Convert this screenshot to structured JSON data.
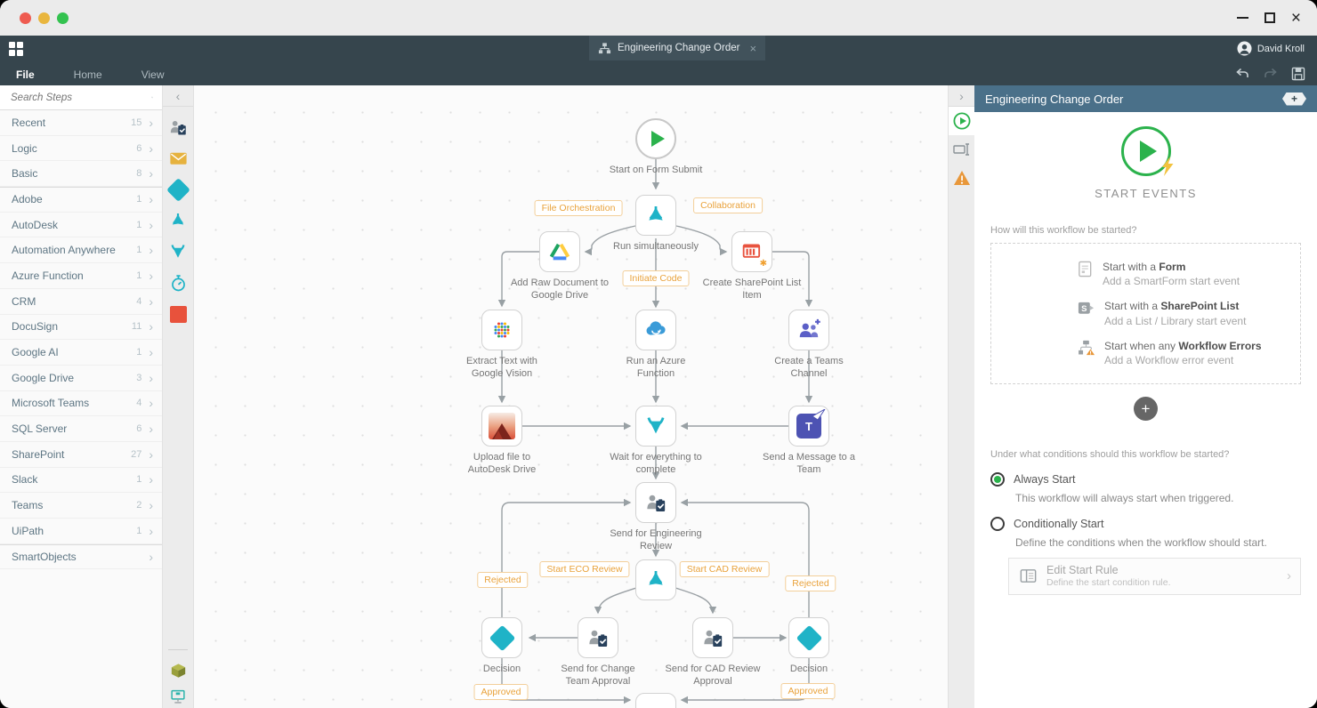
{
  "window": {
    "user": "David Kroll"
  },
  "menus": {
    "file": "File",
    "home": "Home",
    "view": "View"
  },
  "header": {
    "tab": "Engineering Change Order"
  },
  "sidebar": {
    "search_placeholder": "Search Steps",
    "items": [
      {
        "label": "Recent",
        "count": "15"
      },
      {
        "label": "Logic",
        "count": "6"
      },
      {
        "label": "Basic",
        "count": "8"
      },
      {
        "label": "Adobe",
        "count": "1"
      },
      {
        "label": "AutoDesk",
        "count": "1"
      },
      {
        "label": "Automation Anywhere",
        "count": "1"
      },
      {
        "label": "Azure Function",
        "count": "1"
      },
      {
        "label": "CRM",
        "count": "4"
      },
      {
        "label": "DocuSign",
        "count": "11"
      },
      {
        "label": "Google AI",
        "count": "1"
      },
      {
        "label": "Google Drive",
        "count": "3"
      },
      {
        "label": "Microsoft Teams",
        "count": "4"
      },
      {
        "label": "SQL Server",
        "count": "6"
      },
      {
        "label": "SharePoint",
        "count": "27"
      },
      {
        "label": "Slack",
        "count": "1"
      },
      {
        "label": "Teams",
        "count": "2"
      },
      {
        "label": "UiPath",
        "count": "1"
      },
      {
        "label": "SmartObjects",
        "count": ""
      }
    ]
  },
  "workflow": {
    "nodes": {
      "start": "Start on Form Submit",
      "runsim": "Run simultaneously",
      "gdrive": "Add Raw Document to Google Drive",
      "splist": "Create SharePoint List Item",
      "vision": "Extract Text with Google Vision",
      "azure": "Run an Azure Function",
      "teams_channel": "Create a Teams Channel",
      "autodesk": "Upload file to AutoDesk Drive",
      "wait": "Wait for everything to complete",
      "message": "Send a Message to a Team",
      "eng_review": "Send for Engineering Review",
      "decision_left": "Decision",
      "approval_left": "Send for Change Team Approval",
      "approval_right": "Send for CAD Review Approval",
      "decision_right": "Decision"
    },
    "tags": {
      "file_orch": "File Orchestration",
      "collab": "Collaboration",
      "initiate": "Initiate Code",
      "eco": "Start ECO Review",
      "cad": "Start CAD Review",
      "rejected_left": "Rejected",
      "rejected_right": "Rejected",
      "approved_left": "Approved",
      "approved_right": "Approved"
    }
  },
  "panel": {
    "title": "Engineering Change Order",
    "section": "START EVENTS",
    "q1": "How will this workflow be started?",
    "options": [
      {
        "pre": "Start with a ",
        "bold": "Form",
        "sub": "Add a SmartForm start event"
      },
      {
        "pre": "Start with a ",
        "bold": "SharePoint List",
        "sub": "Add a List / Library start event"
      },
      {
        "pre": "Start when any ",
        "bold": "Workflow Errors",
        "sub": "Add a Workflow error event"
      }
    ],
    "q2": "Under what conditions should this workflow be started?",
    "always": {
      "label": "Always Start",
      "desc": "This workflow will always start when triggered."
    },
    "conditional": {
      "label": "Conditionally Start",
      "desc": "Define the conditions when the workflow should start."
    },
    "edit_rule": {
      "label": "Edit Start Rule",
      "desc": "Define the start condition rule."
    }
  },
  "colors": {
    "accent_teal": "#1fb3c7",
    "start_green": "#2bb24c",
    "tag_orange": "#e9a23b",
    "bar_dark": "#36454d",
    "panel_header": "#4a7089"
  }
}
